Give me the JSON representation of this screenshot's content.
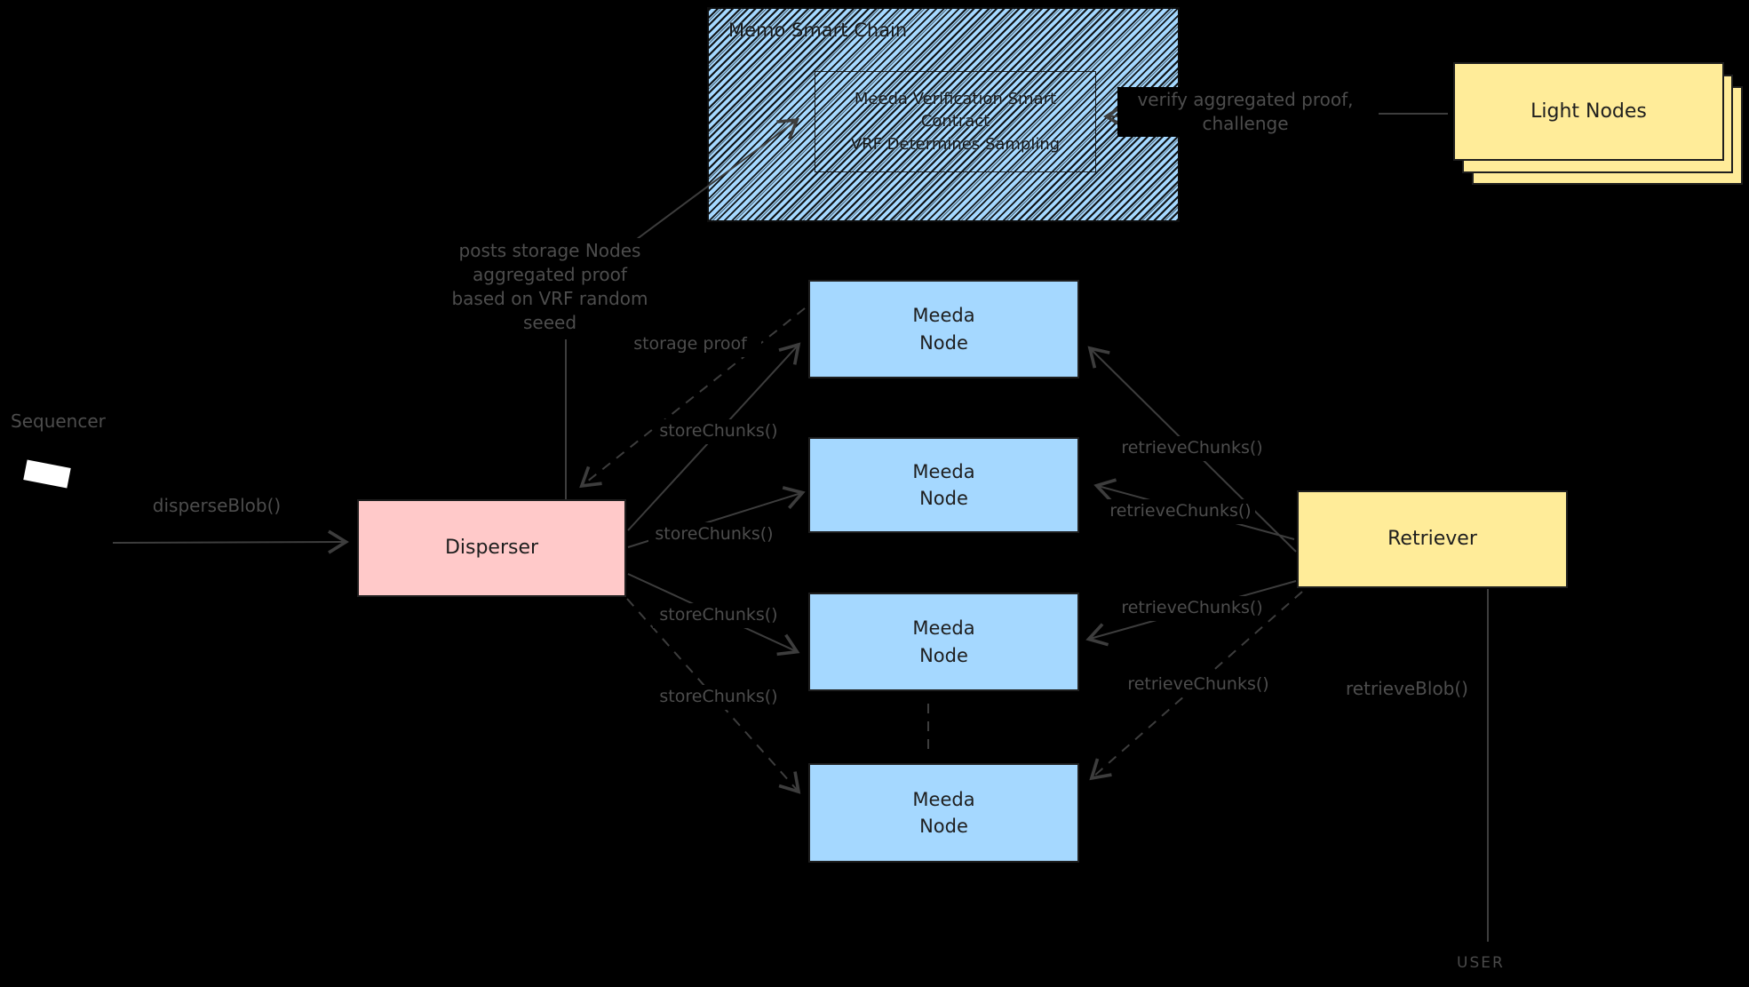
{
  "diagram": {
    "chain_box": {
      "title": "Memo Smart Chain",
      "contract_lines": [
        "Meeda Verification Smart",
        "Contract",
        "VRF Determines Sampling"
      ]
    },
    "light_nodes": {
      "label": "Light Nodes"
    },
    "disperser": {
      "label": "Disperser"
    },
    "retriever": {
      "label": "Retriever"
    },
    "meeda_node": {
      "line1": "Meeda",
      "line2": "Node"
    },
    "sequencer": {
      "label": "Sequencer"
    },
    "user": {
      "label": "USER"
    }
  },
  "edge_labels": {
    "verify_line1": "verify aggregated proof,",
    "verify_line2": "challenge",
    "posts_lines": [
      "posts storage Nodes",
      "aggregated proof",
      "based on VRF random",
      "seeed"
    ],
    "storage_proof": "storage proof",
    "disperse_blob": "disperseBlob()",
    "store_chunks": "storeChunks()",
    "retrieve_chunks": "retrieveChunks()",
    "retrieve_blob": "retrieveBlob()"
  },
  "colors": {
    "background": "#000000",
    "node_blue": "#a5d8ff",
    "disperser_pink": "#ffc9c9",
    "yellow": "#ffec99",
    "box_stroke": "#1e1e1e",
    "edge_label_gray": "#4d4d4d",
    "arrow_gray": "#3d3d3d"
  }
}
